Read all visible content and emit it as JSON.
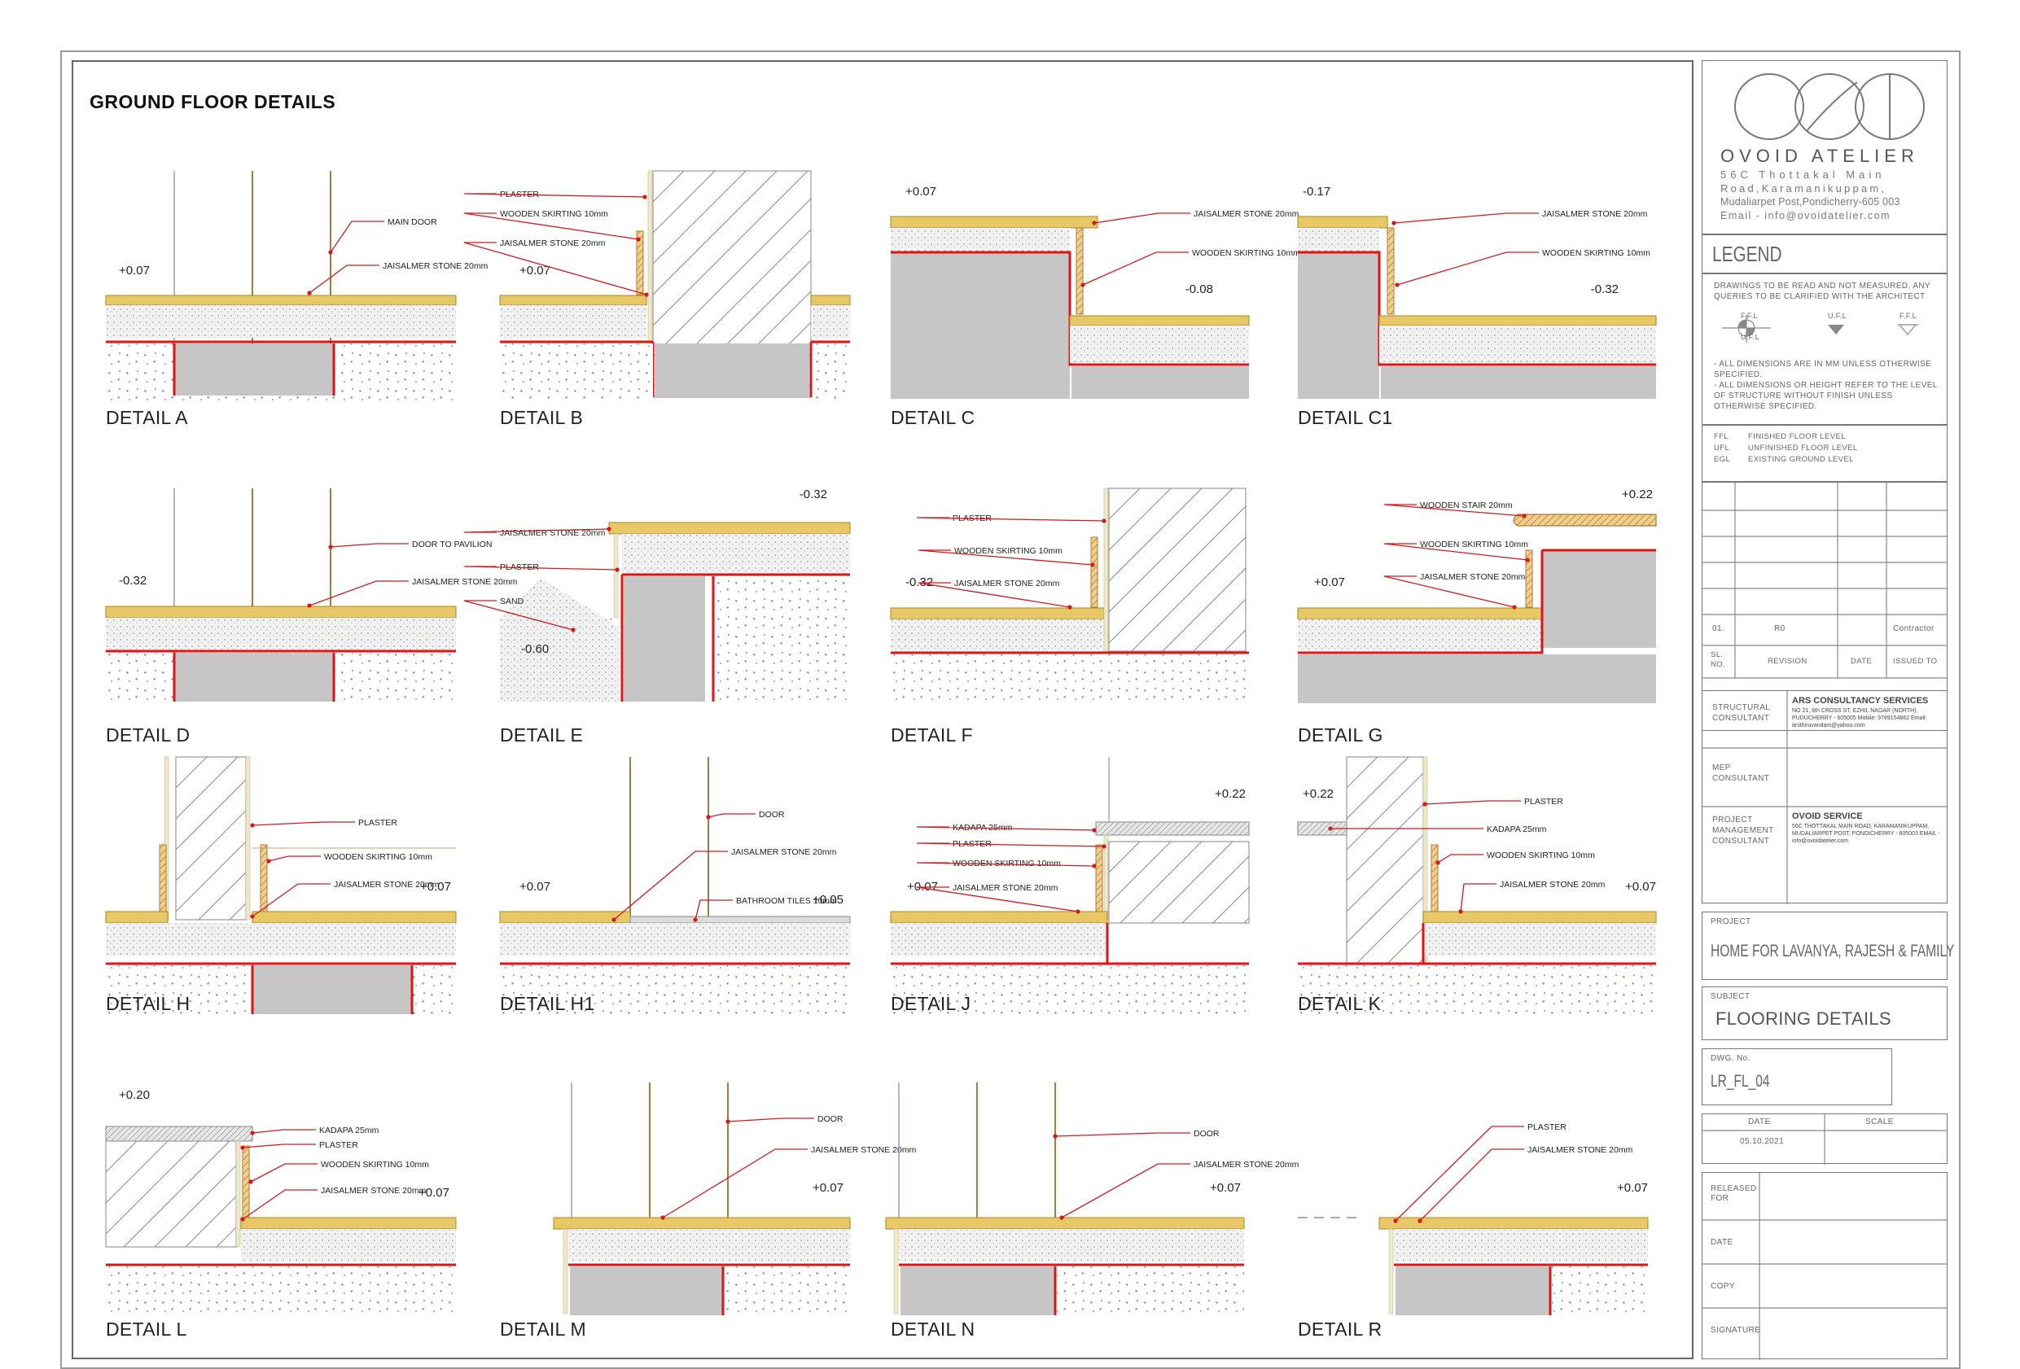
{
  "sheet_title": "GROUND FLOOR DETAILS",
  "colors": {
    "stone": "#e8c766",
    "stone_edge": "#a88820",
    "concrete_hatch": "#cfcfcf",
    "structure_fill": "#c6c6c6",
    "red_line": "#e01414",
    "leader": "#d21a1a",
    "door": "#b5763e",
    "plaster": "#ede7cc",
    "frame": "#666666"
  },
  "details": [
    {
      "id": "A",
      "label": "DETAIL A",
      "levels": [
        "+0.07"
      ],
      "notes": [
        "MAIN DOOR",
        "JAISALMER STONE 20mm"
      ]
    },
    {
      "id": "B",
      "label": "DETAIL B",
      "levels": [
        "+0.07"
      ],
      "notes": [
        "PLASTER",
        "WOODEN SKIRTING 10mm",
        "JAISALMER STONE 20mm"
      ]
    },
    {
      "id": "C",
      "label": "DETAIL C",
      "levels": [
        "+0.07",
        "-0.08"
      ],
      "notes": [
        "JAISALMER STONE 20mm",
        "WOODEN SKIRTING 10mm"
      ]
    },
    {
      "id": "C1",
      "label": "DETAIL C1",
      "levels": [
        "-0.17",
        "-0.32"
      ],
      "notes": [
        "JAISALMER STONE 20mm",
        "WOODEN SKIRTING 10mm"
      ]
    },
    {
      "id": "D",
      "label": "DETAIL D",
      "levels": [
        "-0.32"
      ],
      "notes": [
        "DOOR TO PAVILION",
        "JAISALMER STONE 20mm"
      ]
    },
    {
      "id": "E",
      "label": "DETAIL E",
      "levels": [
        "-0.32",
        "-0.60"
      ],
      "notes": [
        "JAISALMER STONE 20mm",
        "PLASTER",
        "SAND"
      ]
    },
    {
      "id": "F",
      "label": "DETAIL F",
      "levels": [
        "-0.32"
      ],
      "notes": [
        "PLASTER",
        "WOODEN SKIRTING 10mm",
        "JAISALMER STONE 20mm"
      ]
    },
    {
      "id": "G",
      "label": "DETAIL G",
      "levels": [
        "+0.22",
        "+0.07"
      ],
      "notes": [
        "WOODEN STAIR 20mm",
        "WOODEN SKIRTING 10mm",
        "JAISALMER STONE 20mm"
      ]
    },
    {
      "id": "H",
      "label": "DETAIL H",
      "levels": [
        "+0.07"
      ],
      "notes": [
        "PLASTER",
        "WOODEN SKIRTING 10mm",
        "JAISALMER STONE 20mm"
      ]
    },
    {
      "id": "H1",
      "label": "DETAIL H1",
      "levels": [
        "+0.07",
        "+0.05"
      ],
      "notes": [
        "DOOR",
        "JAISALMER STONE 20mm",
        "BATHROOM TILES 10mm"
      ]
    },
    {
      "id": "J",
      "label": "DETAIL J",
      "levels": [
        "+0.22",
        "+0.07"
      ],
      "notes": [
        "KADAPA 25mm",
        "PLASTER",
        "WOODEN SKIRTING 10mm",
        "JAISALMER STONE 20mm"
      ]
    },
    {
      "id": "K",
      "label": "DETAIL K",
      "levels": [
        "+0.22",
        "+0.07"
      ],
      "notes": [
        "PLASTER",
        "KADAPA 25mm",
        "WOODEN SKIRTING 10mm",
        "JAISALMER STONE 20mm"
      ]
    },
    {
      "id": "L",
      "label": "DETAIL L",
      "levels": [
        "+0.20",
        "+0.07"
      ],
      "notes": [
        "KADAPA 25mm",
        "PLASTER",
        "WOODEN SKIRTING 10mm",
        "JAISALMER STONE 20mm"
      ]
    },
    {
      "id": "M",
      "label": "DETAIL M",
      "levels": [
        "+0.07"
      ],
      "notes": [
        "DOOR",
        "JAISALMER STONE 20mm"
      ]
    },
    {
      "id": "N",
      "label": "DETAIL N",
      "levels": [
        "+0.07"
      ],
      "notes": [
        "DOOR",
        "JAISALMER STONE 20mm"
      ]
    },
    {
      "id": "R",
      "label": "DETAIL R",
      "levels": [
        "+0.07"
      ],
      "notes": [
        "PLASTER",
        "JAISALMER STONE 20mm"
      ]
    }
  ],
  "title_block": {
    "firm_name": "OVOID ATELIER",
    "firm_address_1": "56C Thottakal Main",
    "firm_address_2": "Road,Karamanikuppam,",
    "firm_address_3": "Mudaliarpet Post,Pondicherry-605 003",
    "firm_email": "Email - info@ovoidatelier.com",
    "legend_title": "LEGEND",
    "legend_note": "DRAWINGS TO BE READ AND NOT MEASURED. ANY QUERIES TO BE CLARIFIED WITH THE ARCHITECT",
    "symbol_ffl": "F.F.L",
    "symbol_ufl": "U.F.L",
    "symbol_ufl2": "U.F.L",
    "symbol_ffl2": "F.F.L",
    "dim_notes": "- ALL DIMENSIONS ARE IN MM UNLESS OTHERWISE SPECIFIED.\n- ALL DIMENSIONS OR HEIGHT REFER TO THE LEVEL OF STRUCTURE WITHOUT FINISH UNLESS OTHERWISE SPECIFIED.",
    "abbr": [
      {
        "code": "FFL",
        "text": "FINISHED FLOOR LEVEL"
      },
      {
        "code": "UFL",
        "text": "UNFINISHED FLOOR LEVEL"
      },
      {
        "code": "EGL",
        "text": "EXISTING GROUND LEVEL"
      }
    ],
    "revision_row": {
      "no": "01.",
      "rev": "R0",
      "issued_to": "Contractor"
    },
    "revision_header": {
      "no": "SL. NO.",
      "rev": "REVISION",
      "date": "DATE",
      "issued_to": "ISSUED TO"
    },
    "structural_label": "STRUCTURAL CONSULTANT",
    "structural_name": "ARS CONSULTANCY SERVICES",
    "structural_address": "NO 21, 6th CROSS ST, EZHIL NAGAR (NORTH), PUDUCHERRY - 605005 Mobile: 9789154862 Email: arsthiruvandam@yahoo.com",
    "mep_label": "MEP CONSULTANT",
    "pmc_label": "PROJECT MANAGEMENT CONSULTANT",
    "pmc_name": "OVOID SERVICE",
    "pmc_address": "56C THOTTAKAL MAIN ROAD, KARAMANIKUPPAM, MUDALIARPET POST, PONDICHERRY - 605003 EMAIL - info@ovoidatelier.com",
    "project_label": "PROJECT",
    "project_name": "HOME FOR LAVANYA, RAJESH & FAMILY",
    "subject_label": "SUBJECT",
    "subject_name": "FLOORING DETAILS",
    "dwg_label": "DWG. No.",
    "dwg_no": "LR_FL_04",
    "date_label": "DATE",
    "scale_label": "SCALE",
    "date_value": "05.10.2021",
    "released_label": "RELEASED FOR",
    "date2_label": "DATE",
    "copy_label": "COPY",
    "signature_label": "SIGNATURE"
  }
}
